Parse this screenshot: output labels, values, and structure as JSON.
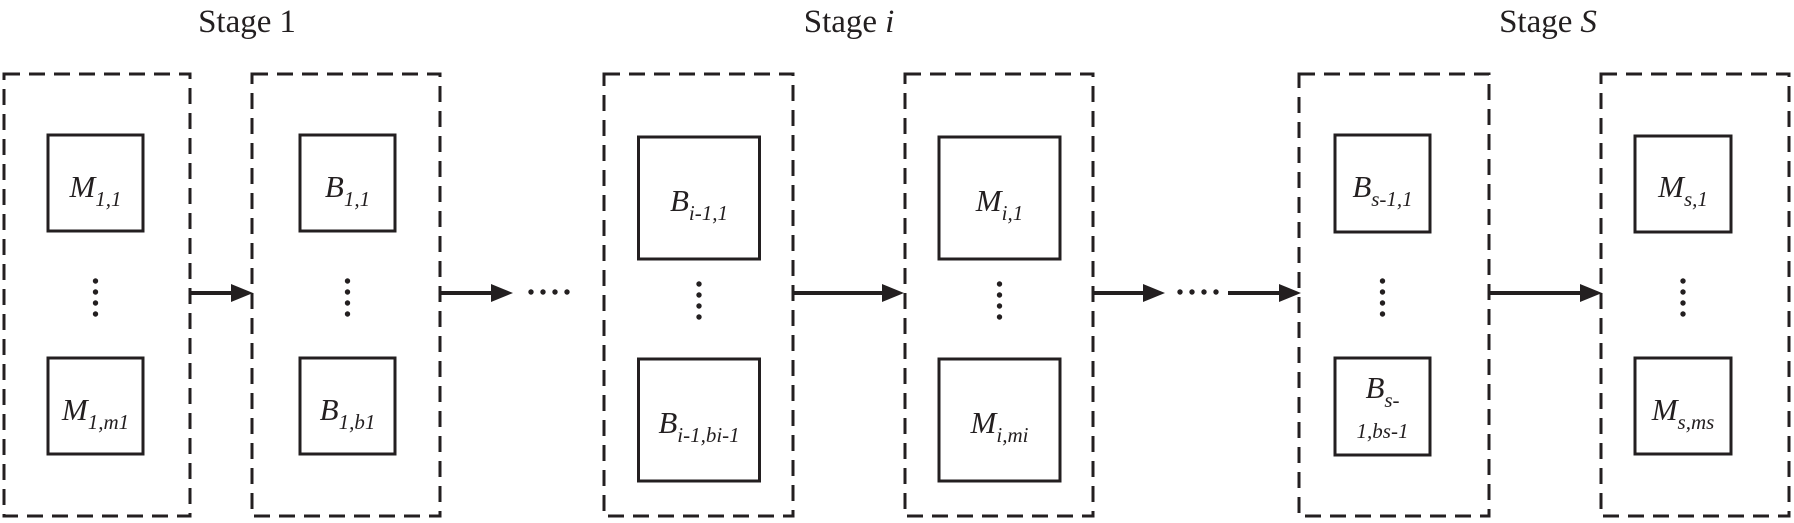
{
  "diagram": {
    "colors": {
      "line": "#231f20",
      "background": "#ffffff"
    },
    "stages": [
      {
        "prefix": "Stage",
        "symbol": "1"
      },
      {
        "prefix": "Stage",
        "symbol": "i"
      },
      {
        "prefix": "Stage",
        "symbol": "S"
      }
    ],
    "columns": [
      {
        "name": "stage-1-machines",
        "boxes": [
          {
            "main": "M",
            "sub": "1,1"
          },
          {
            "main": "M",
            "sub": "1,m1"
          }
        ]
      },
      {
        "name": "stage-1-buffers",
        "boxes": [
          {
            "main": "B",
            "sub": "1,1"
          },
          {
            "main": "B",
            "sub": "1,b1"
          }
        ]
      },
      {
        "name": "stage-i-input-buffers",
        "boxes": [
          {
            "main": "B",
            "sub": "i-1,1"
          },
          {
            "main": "B",
            "sub": "i-1,bi-1"
          }
        ]
      },
      {
        "name": "stage-i-machines",
        "boxes": [
          {
            "main": "M",
            "sub": "i,1"
          },
          {
            "main": "M",
            "sub": "i,mi"
          }
        ]
      },
      {
        "name": "stage-s-input-buffers",
        "boxes": [
          {
            "main": "B",
            "sub": "s-1,1"
          },
          {
            "main": "B",
            "sub": "s-",
            "sub2": "1,bs-1"
          }
        ]
      },
      {
        "name": "stage-s-machines",
        "boxes": [
          {
            "main": "M",
            "sub": "s,1"
          },
          {
            "main": "M",
            "sub": "s,ms"
          }
        ]
      }
    ]
  }
}
